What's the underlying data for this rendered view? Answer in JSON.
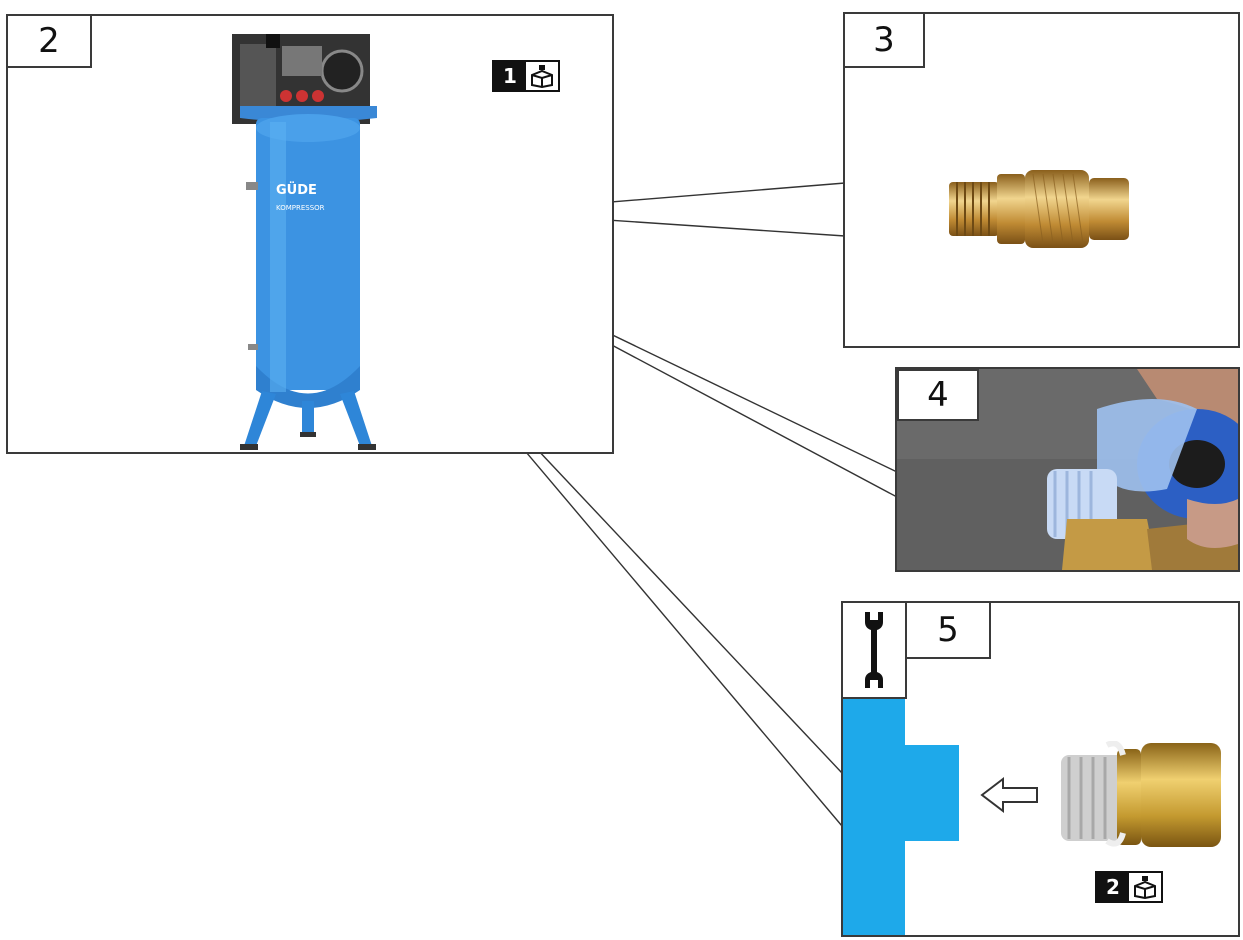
{
  "panels": {
    "p2": {
      "number": "2",
      "badge_number": "1",
      "badge_icon": "box-icon",
      "brand_text": "GÜDE",
      "sub_text": "KOMPRESSOR"
    },
    "p3": {
      "number": "3"
    },
    "p4": {
      "number": "4"
    },
    "p5": {
      "number": "5",
      "tool_icon": "wrench-icon",
      "badge_number": "2",
      "badge_icon": "box-icon"
    }
  },
  "colors": {
    "tank_blue": "#2f8fe0",
    "port_blue": "#1ea9ea",
    "brass": "#c89a3a",
    "photo_bg": "#5a5a5a",
    "frame": "#3a3a3a"
  }
}
